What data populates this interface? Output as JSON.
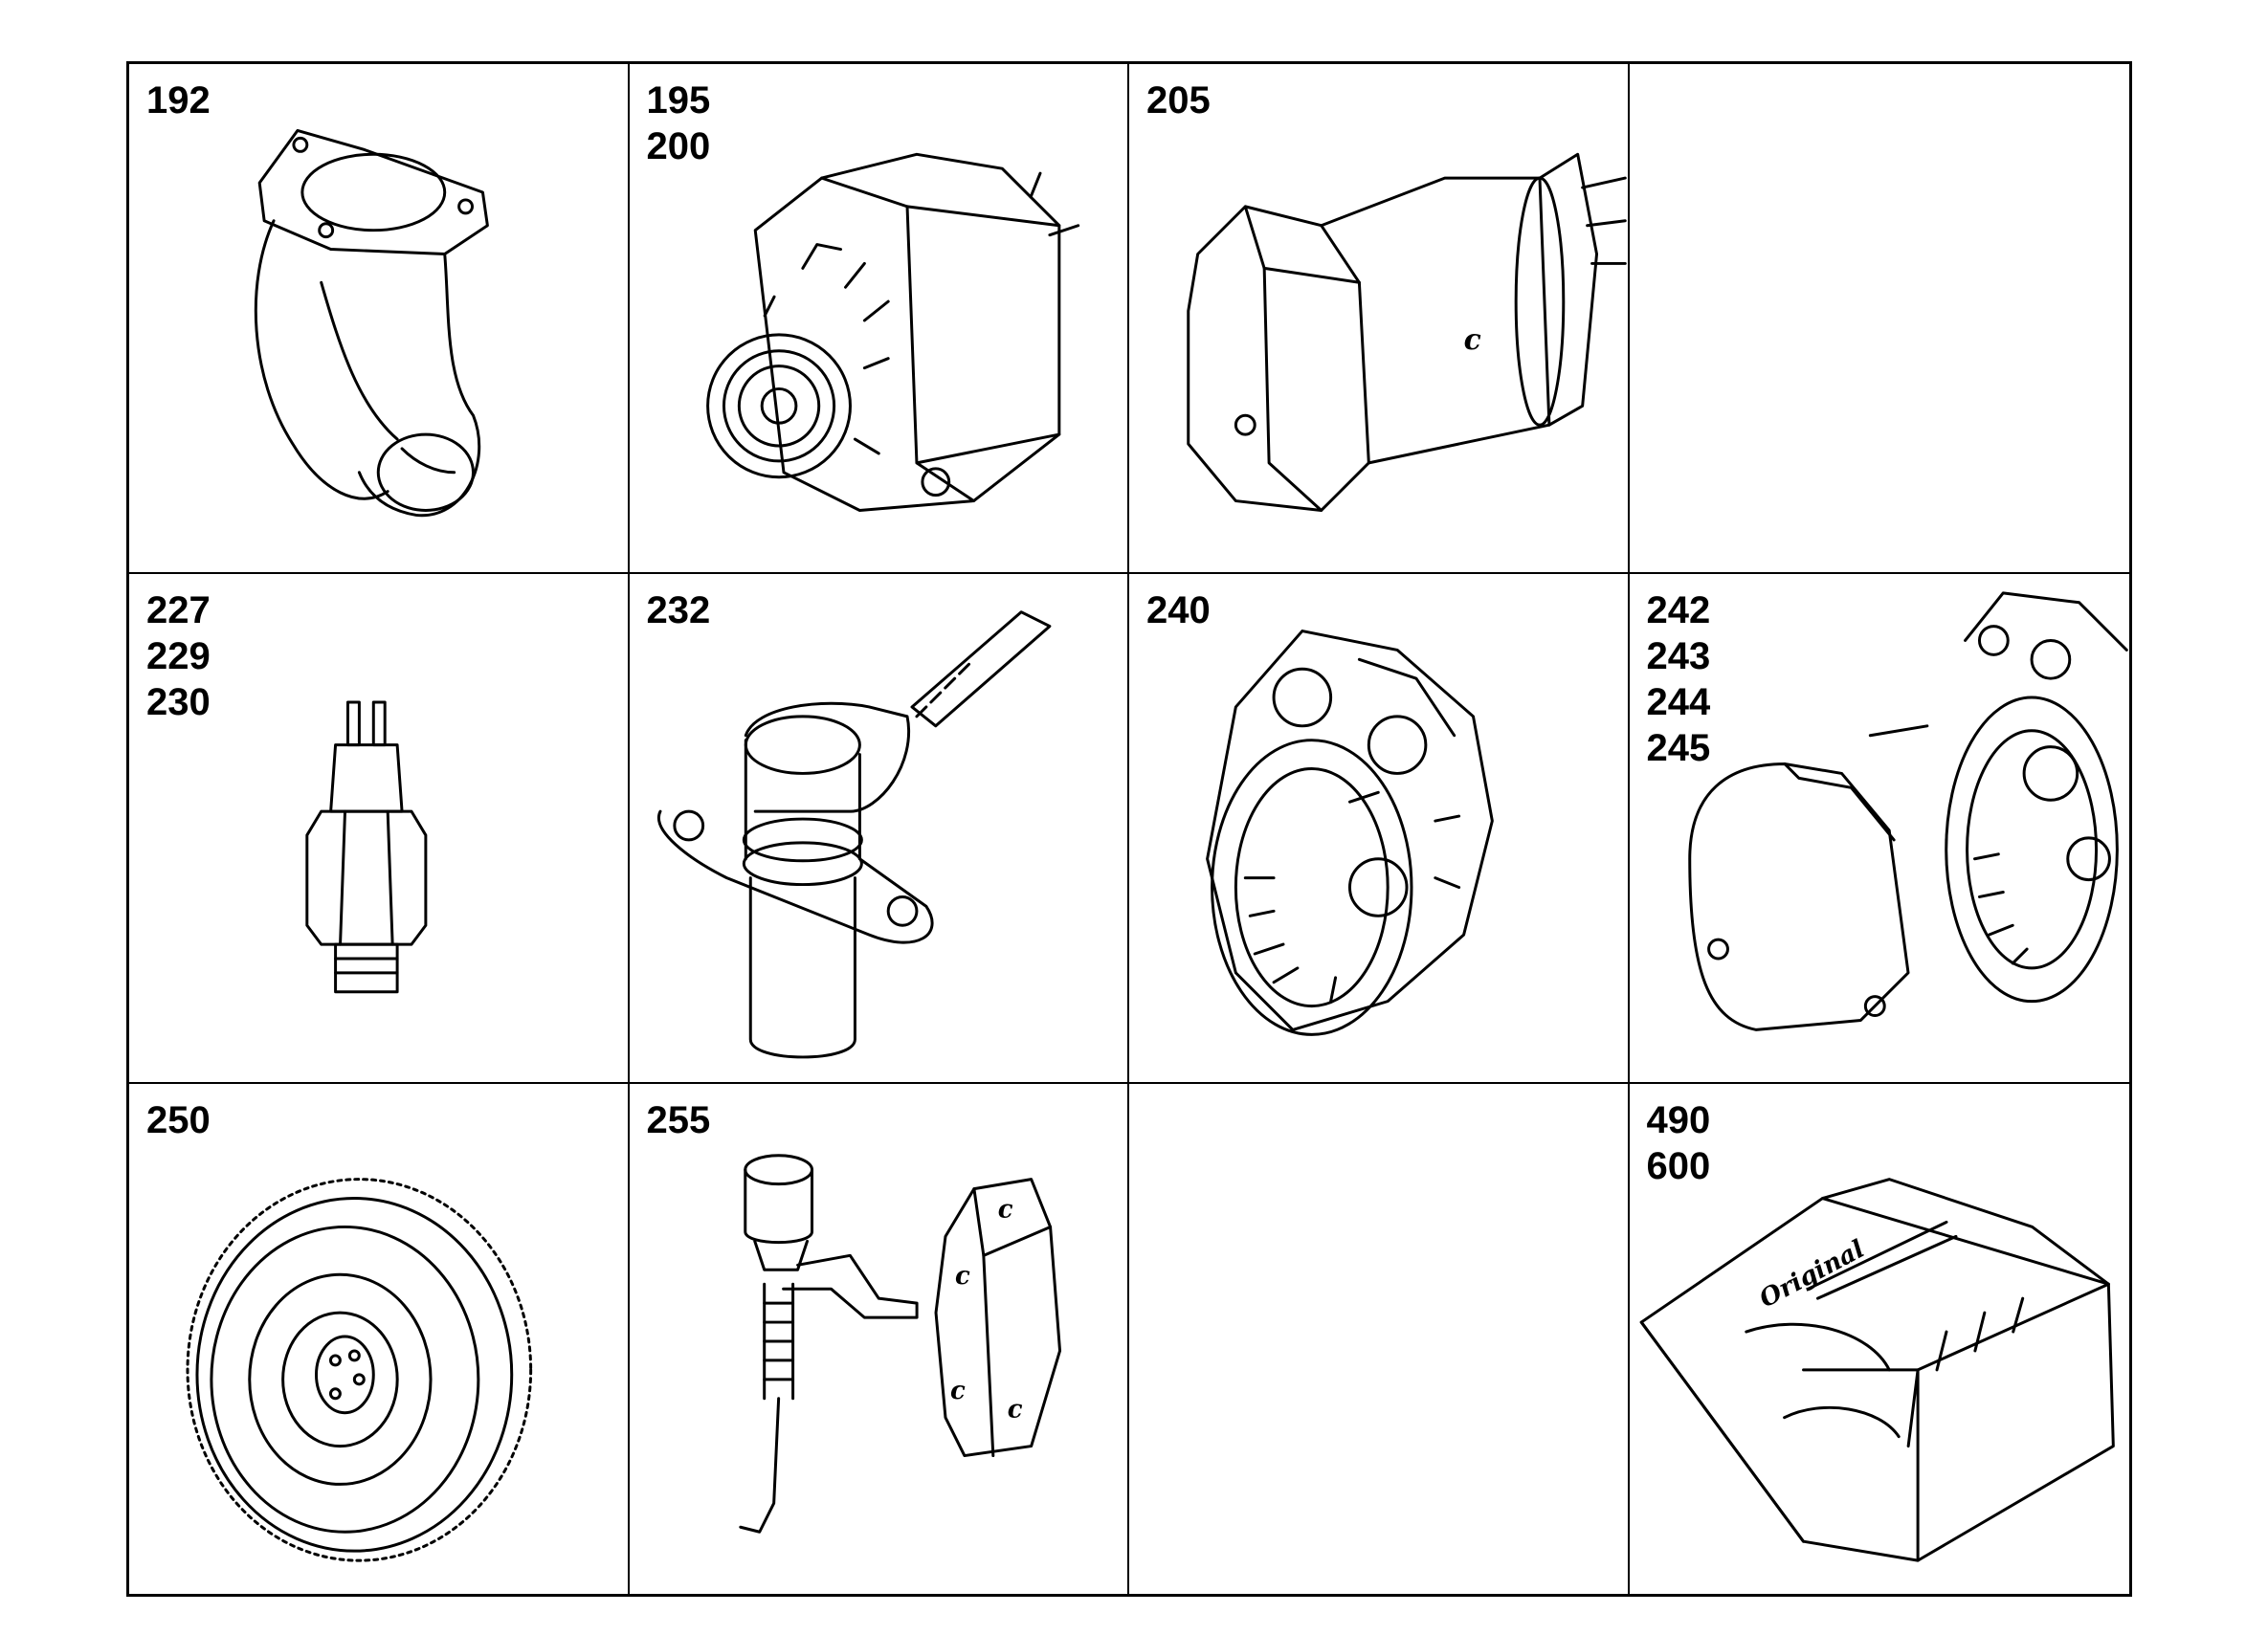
{
  "cells": [
    {
      "refs": [
        "192"
      ],
      "icon": "exhaust-elbow-icon"
    },
    {
      "refs": [
        "195",
        "200"
      ],
      "icon": "alternator-icon"
    },
    {
      "refs": [
        "205"
      ],
      "icon": "starter-motor-icon"
    },
    {
      "refs": [],
      "icon": ""
    },
    {
      "refs": [
        "227",
        "229",
        "230"
      ],
      "icon": "temperature-sensor-icon"
    },
    {
      "refs": [
        "232"
      ],
      "icon": "speed-sensor-icon"
    },
    {
      "refs": [
        "240"
      ],
      "icon": "timing-housing-icon"
    },
    {
      "refs": [
        "242",
        "243",
        "244",
        "245"
      ],
      "icon": "housing-with-cover-icon"
    },
    {
      "refs": [
        "250"
      ],
      "icon": "flywheel-icon"
    },
    {
      "refs": [
        "255"
      ],
      "icon": "shutoff-solenoid-icon"
    },
    {
      "refs": [],
      "icon": ""
    },
    {
      "refs": [
        "490",
        "600"
      ],
      "icon": "gasket-kit-box-icon"
    }
  ],
  "box_label": "Original"
}
